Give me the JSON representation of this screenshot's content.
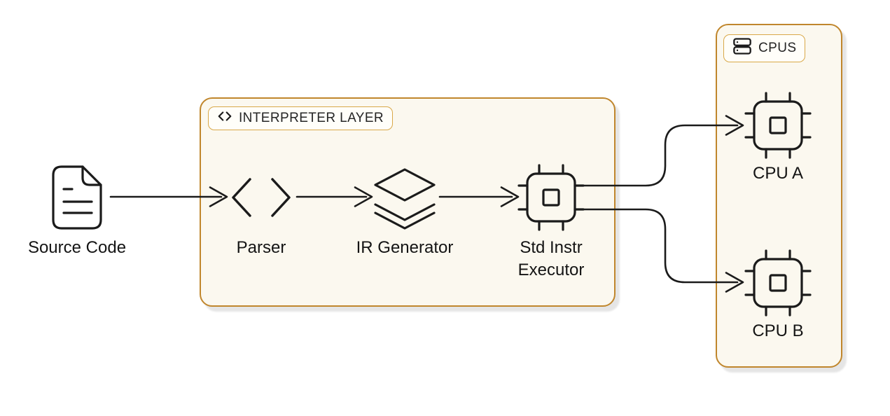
{
  "diagram": {
    "type": "flow-diagram",
    "colors": {
      "background": "#FFFFFF",
      "container_border": "#C0862C",
      "container_fill": "#FBF8EF",
      "badge_border": "#D9A848",
      "badge_fill": "#FFFEF9",
      "stroke": "#1B1B1B",
      "shadow": "#E5E5E5"
    },
    "groups": {
      "interpreter_layer": {
        "label": "INTERPRETER LAYER",
        "icon": "code-icon"
      },
      "cpus": {
        "label": "CPUS",
        "icon": "server-icon"
      }
    },
    "nodes": {
      "source_code": {
        "label": "Source Code",
        "icon": "file-text-icon"
      },
      "parser": {
        "label": "Parser",
        "icon": "angle-brackets-icon"
      },
      "ir_generator": {
        "label": "IR Generator",
        "icon": "layers-icon"
      },
      "std_instr_executor": {
        "label": "Std Instr Executor",
        "icon": "cpu-chip-icon"
      },
      "cpu_a": {
        "label": "CPU A",
        "icon": "cpu-chip-icon"
      },
      "cpu_b": {
        "label": "CPU B",
        "icon": "cpu-chip-icon"
      }
    },
    "edges": [
      {
        "from": "source_code",
        "to": "parser"
      },
      {
        "from": "parser",
        "to": "ir_generator"
      },
      {
        "from": "ir_generator",
        "to": "std_instr_executor"
      },
      {
        "from": "std_instr_executor",
        "to": "cpu_a"
      },
      {
        "from": "std_instr_executor",
        "to": "cpu_b"
      }
    ]
  }
}
